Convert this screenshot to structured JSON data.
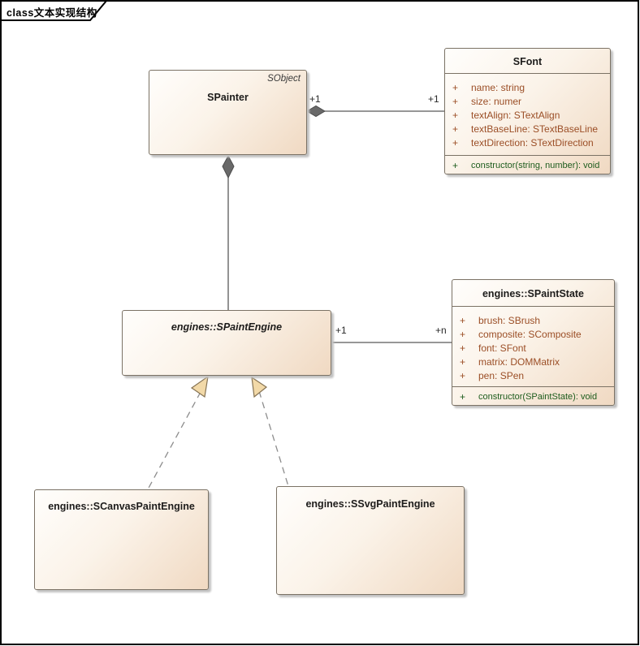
{
  "diagram": {
    "tab_label": "class文本实现结构"
  },
  "classes": {
    "spainter": {
      "title": "SPainter",
      "parent": "SObject"
    },
    "sfont": {
      "title": "SFont",
      "attributes": [
        {
          "vis": "+",
          "text": "name: string"
        },
        {
          "vis": "+",
          "text": "size: numer"
        },
        {
          "vis": "+",
          "text": "textAlign: STextAlign"
        },
        {
          "vis": "+",
          "text": "textBaseLine: STextBaseLine"
        },
        {
          "vis": "+",
          "text": "textDirection: STextDirection"
        }
      ],
      "operations": [
        {
          "vis": "+",
          "text": "constructor(string, number): void"
        }
      ]
    },
    "spaintengine": {
      "title": "engines::SPaintEngine"
    },
    "spaintstate": {
      "title": "engines::SPaintState",
      "attributes": [
        {
          "vis": "+",
          "text": "brush: SBrush"
        },
        {
          "vis": "+",
          "text": "composite: SComposite"
        },
        {
          "vis": "+",
          "text": "font: SFont"
        },
        {
          "vis": "+",
          "text": "matrix: DOMMatrix"
        },
        {
          "vis": "+",
          "text": "pen: SPen"
        }
      ],
      "operations": [
        {
          "vis": "+",
          "text": "constructor(SPaintState): void"
        }
      ]
    },
    "scanvaspaintengine": {
      "title": "engines::SCanvasPaintEngine"
    },
    "ssvgpaintengine": {
      "title": "engines::SSvgPaintEngine"
    }
  },
  "connectors": {
    "spainter_sfont": {
      "type": "composition",
      "source_multiplicity": "+1",
      "target_multiplicity": "+1"
    },
    "spainter_spaintengine": {
      "type": "composition"
    },
    "spaintengine_spaintstate": {
      "type": "association",
      "source_multiplicity": "+1",
      "target_multiplicity": "+n"
    },
    "scanvas_realization": {
      "type": "realization-dashed"
    },
    "ssvg_realization": {
      "type": "realization-dashed"
    }
  },
  "colors": {
    "attribute_text": "#9b4e26",
    "operation_text": "#1d5c1d",
    "box_border": "#7b7265",
    "box_fill_start": "#fffefc",
    "box_fill_end": "#f0d9c2",
    "diamond_fill": "#696969",
    "arrow_fill": "#f2d9a8",
    "solid_line": "#595959",
    "dashed_line": "#8c8c8c",
    "frame_border": "#000000"
  }
}
